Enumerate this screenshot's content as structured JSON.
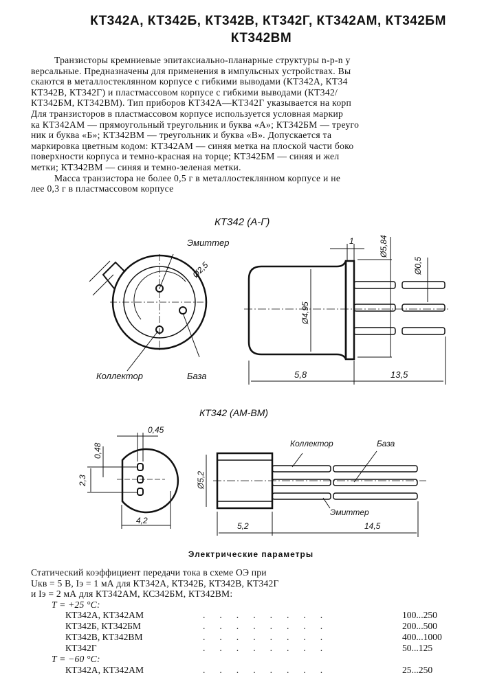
{
  "title": {
    "line1": "КТ342А, КТ342Б, КТ342В, КТ342Г, КТ342АМ, КТ342БМ",
    "line2": "КТ342ВМ"
  },
  "description": {
    "lines": [
      "Транзисторы кремниевые эпитаксиально-планарные структуры n-p-n у",
      "версальные. Предназначены для применения в импульсных устройствах. Вы",
      "скаются в металлостеклянном корпусе с гибкими выводами (КТ342А, КТ34",
      "КТ342В, КТ342Г) и пластмассовом корпусе с гибкими выводами (КТ342/",
      "КТ342БМ, КТ342ВМ). Тип приборов КТ342А—КТ342Г указывается на корп",
      "Для транзисторов в пластмассовом корпусе используется условная маркир",
      "ка КТ342АМ — прямоугольный треугольник и буква «А»; КТ342БМ — треуго",
      "ник и буква «Б»; КТ342ВМ — треугольник и буква «В». Допускается та",
      "маркировка цветным кодом: КТ342АМ — синяя метка на плоской части боко",
      "поверхности корпуса и темно-красная на торце; КТ342БМ — синяя и жел",
      "метки; КТ342ВМ — синяя и темно-зеленая метки."
    ],
    "mass_lines": [
      "Масса транзистора не более 0,5 г в металлостеклянном корпусе и не",
      "лее 0,3 г в пластмассовом корпусе"
    ]
  },
  "drawing_metal": {
    "caption": "КТ342 (А-Г)",
    "labels": {
      "emitter": "Эмиттер",
      "collector": "Коллектор",
      "base": "База"
    },
    "dims": {
      "pin_circle": "Ø2,5",
      "body_dia": "Ø4,95",
      "flange_dia": "Ø5,84",
      "lead_dia": "Ø0,5",
      "flange_thk": "1",
      "body_len": "5,8",
      "lead_len": "13,5"
    }
  },
  "drawing_plastic": {
    "caption": "КТ342 (АМ-ВМ)",
    "labels": {
      "collector": "Коллектор",
      "base": "База",
      "emitter": "Эмиттер"
    },
    "dims": {
      "lead_w": "0,45",
      "lead_t": "0,48",
      "pitch": "2,3",
      "width": "4,2",
      "body_dia": "Ø5,2",
      "body_len": "5,2",
      "lead_len": "14,5"
    }
  },
  "parameters": {
    "title": "Электрические параметры",
    "lines": [
      "Статический коэффициент передачи тока в схеме ОЭ при",
      "Uкв = 5 В, Iэ = 1 мА для КТ342А, КТ342Б, КТ342В, КТ342Г",
      "и Iэ = 2 мА для КТ342АМ, КС342БМ, КТ342ВМ:"
    ],
    "groups": [
      {
        "temp": "T = +25 °C:",
        "rows": [
          {
            "name": "КТ342А,   КТ342АМ",
            "value": "100...250"
          },
          {
            "name": "КТ342Б,   КТ342БМ",
            "value": "200...500"
          },
          {
            "name": "КТ342В,   КТ342ВМ",
            "value": "400...1000"
          },
          {
            "name": "КТ342Г",
            "value": "50...125"
          }
        ]
      },
      {
        "temp": "T = −60 °C:",
        "rows": [
          {
            "name": "КТ342А,   КТ342АМ",
            "value": "25...250"
          }
        ]
      }
    ],
    "dots": "........"
  }
}
